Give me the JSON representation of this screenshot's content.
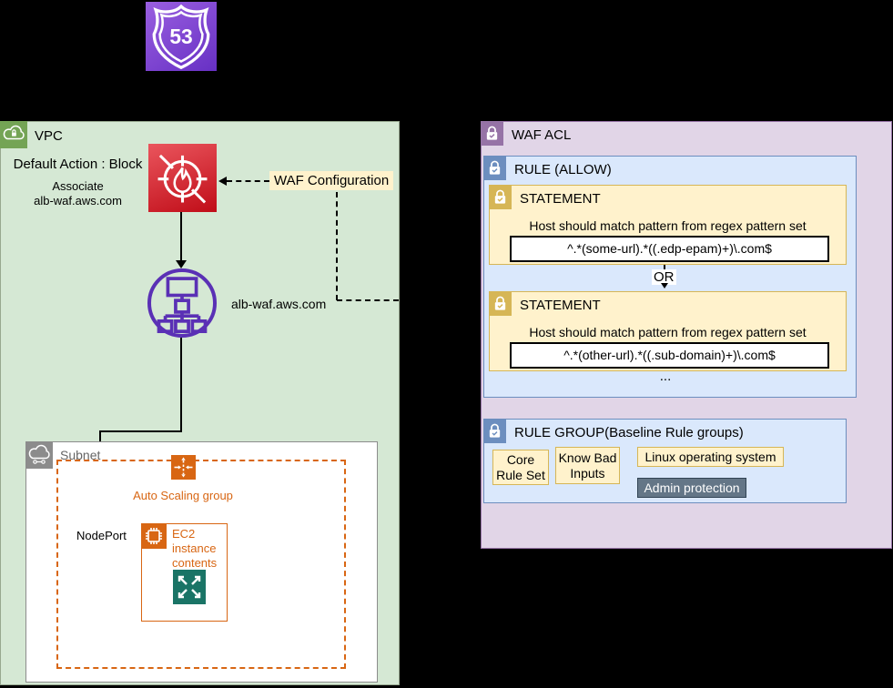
{
  "route53": {
    "badge": "53"
  },
  "vpc": {
    "label": "VPC",
    "default_action": "Default Action : Block",
    "associate": "Associate",
    "associate_target": "alb-waf.aws.com",
    "alb_label": "alb-waf.aws.com",
    "nodeport": "NodePort"
  },
  "waf_config_label": "WAF Configuration",
  "subnet": {
    "label": "Subnet",
    "asg_label": "Auto Scaling group",
    "ec2_label": "EC2 instance contents"
  },
  "waf_acl": {
    "title": "WAF ACL",
    "rule": {
      "title": "RULE (ALLOW)",
      "or_label": "OR",
      "ellipsis": "...",
      "statements": [
        {
          "title": "STATEMENT",
          "description": "Host should match pattern from regex pattern set",
          "regex": "^.*(some-url).*((.edp-epam)+)\\.com$"
        },
        {
          "title": "STATEMENT",
          "description": "Host should match pattern from regex pattern set",
          "regex": "^.*(other-url).*((.sub-domain)+)\\.com$"
        }
      ]
    },
    "rule_group": {
      "title": "RULE GROUP(Baseline Rule groups)",
      "chips": [
        "Core Rule Set",
        "Know Bad Inputs",
        "Linux operating system"
      ],
      "dark_chip": "Admin protection"
    }
  },
  "icons": {
    "route53": "us-route-shield-53",
    "waf": "flame-target-slash",
    "alb": "load-balancer-tree",
    "vpc": "cloud-lock",
    "subnet": "cloud-network",
    "auto_scaling": "arrows-inward",
    "ec2": "chip",
    "expand": "arrows-outward",
    "lock_badge": "padlock-check"
  },
  "colors": {
    "vpc_fill": "#d5e8d4",
    "waf_red": "#c00d18",
    "route53_purple": "#7b3fd4",
    "alb_purple": "#5a30b5",
    "aws_orange": "#d86613",
    "teal": "#1a7466",
    "acl_fill": "#e1d5e7",
    "acl_border": "#9673a6",
    "rule_fill": "#dae8fc",
    "rule_border": "#6c8ebf",
    "stmt_fill": "#fff2cc",
    "stmt_border": "#d6b656",
    "dark_chip_fill": "#647687",
    "subnet_gray": "#8c8c8c"
  }
}
